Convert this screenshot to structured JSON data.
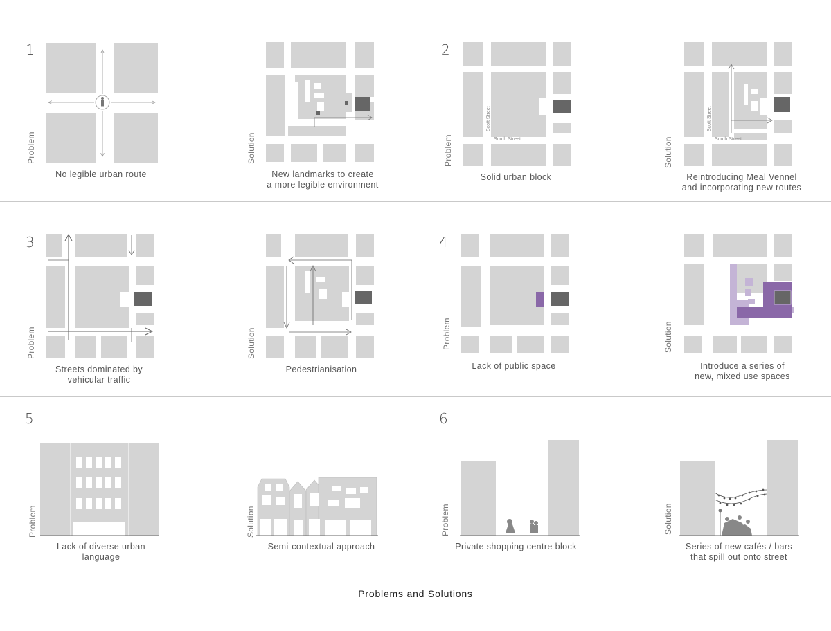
{
  "footer": {
    "title": "Problems and Solutions"
  },
  "panels": [
    {
      "number": "1",
      "problem": {
        "tag": "Problem",
        "caption": [
          "No legible urban route"
        ]
      },
      "solution": {
        "tag": "Solution",
        "caption": [
          "New landmarks to create",
          "a more legible environment"
        ]
      }
    },
    {
      "number": "2",
      "problem": {
        "tag": "Problem",
        "caption": [
          "Solid urban block"
        ]
      },
      "solution": {
        "tag": "Solution",
        "caption": [
          "Reintroducing Meal Vennel",
          "and incorporating new routes"
        ]
      }
    },
    {
      "number": "3",
      "problem": {
        "tag": "Problem",
        "caption": [
          "Streets dominated by",
          "vehicular traffic"
        ]
      },
      "solution": {
        "tag": "Solution",
        "caption": [
          "Pedestrianisation"
        ]
      }
    },
    {
      "number": "4",
      "problem": {
        "tag": "Problem",
        "caption": [
          "Lack of public space"
        ]
      },
      "solution": {
        "tag": "Solution",
        "caption": [
          "Introduce a series of",
          "new, mixed use spaces"
        ]
      }
    },
    {
      "number": "5",
      "problem": {
        "tag": "Problem",
        "caption": [
          "Lack of diverse urban",
          "language"
        ]
      },
      "solution": {
        "tag": "Solution",
        "caption": [
          "Semi-contextual approach"
        ]
      }
    },
    {
      "number": "6",
      "problem": {
        "tag": "Problem",
        "caption": [
          "Private shopping centre block"
        ]
      },
      "solution": {
        "tag": "Solution",
        "caption": [
          "Series of new cafés / bars",
          "that spill out onto street"
        ]
      }
    }
  ],
  "street_labels": {
    "scott": "Scott Street",
    "south": "South Street"
  },
  "colors": {
    "block": "#d4d4d4",
    "dark": "#666666",
    "purple": "#8a68a8",
    "lavender": "#c4b4d6",
    "line": "#6f6f6f"
  }
}
